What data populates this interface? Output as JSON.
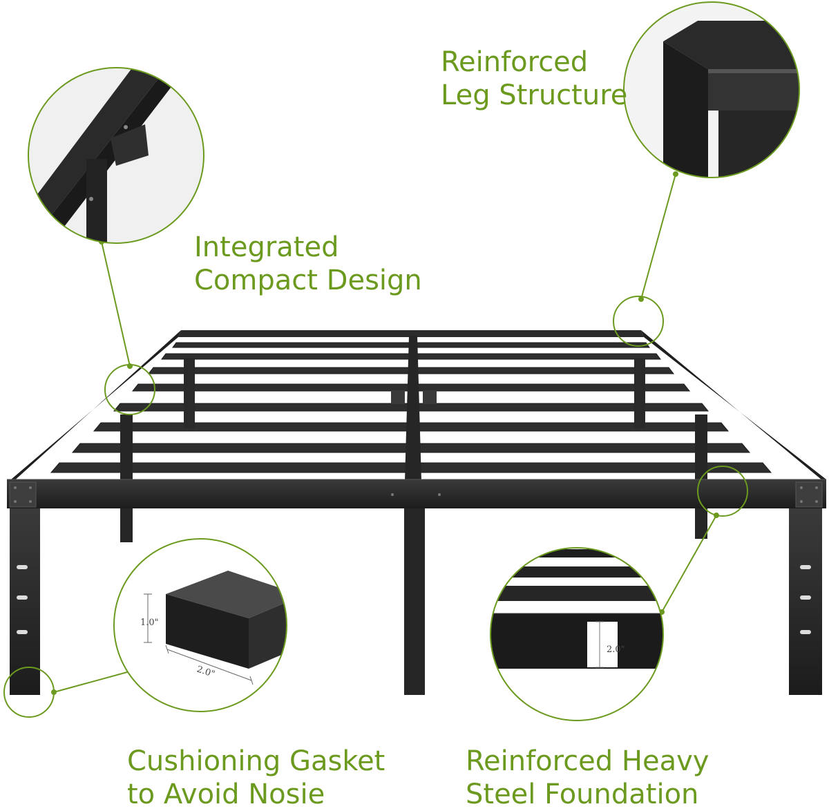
{
  "features": {
    "leg_structure": {
      "line1": "Reinforced",
      "line2": "Leg Structure"
    },
    "compact_design": {
      "line1": "Integrated",
      "line2": "Compact Design"
    },
    "gasket": {
      "line1": "Cushioning Gasket",
      "line2": "to Avoid Nosie"
    },
    "foundation": {
      "line1": "Reinforced Heavy",
      "line2": "Steel Foundation"
    }
  },
  "dimensions": {
    "gasket_height": "1.0\"",
    "gasket_width": "2.0\"",
    "foundation_height": "2.0\""
  },
  "colors": {
    "accent": "#6b9a1f",
    "frame": "#2a2a2a"
  }
}
